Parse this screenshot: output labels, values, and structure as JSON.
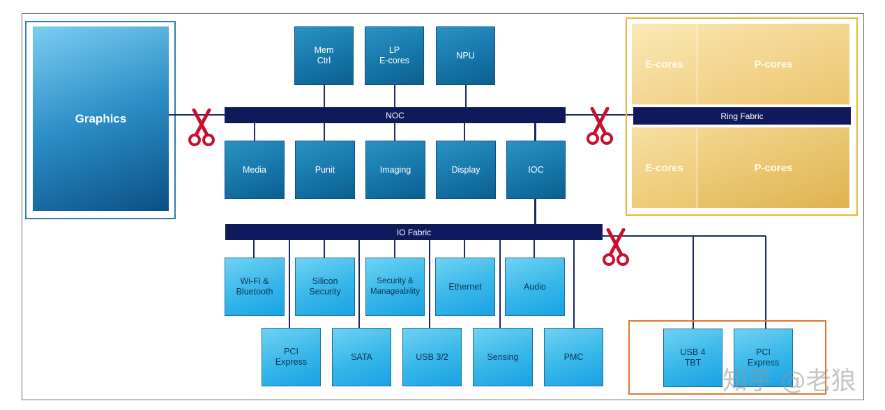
{
  "graphics": {
    "label": "Graphics"
  },
  "noc": {
    "label": "NOC",
    "top_blocks": [
      {
        "name": "mem-ctrl",
        "label": "Mem\nCtrl"
      },
      {
        "name": "lp-e-cores",
        "label": "LP\nE-cores"
      },
      {
        "name": "npu",
        "label": "NPU"
      }
    ],
    "bottom_blocks": [
      {
        "name": "media",
        "label": "Media"
      },
      {
        "name": "punit",
        "label": "Punit"
      },
      {
        "name": "imaging",
        "label": "Imaging"
      },
      {
        "name": "display",
        "label": "Display"
      },
      {
        "name": "ioc",
        "label": "IOC"
      }
    ]
  },
  "cpu": {
    "ring_fabric_label": "Ring Fabric",
    "top_left": "E-cores",
    "top_right": "P-cores",
    "bottom_left": "E-cores",
    "bottom_right": "P-cores"
  },
  "io_fabric": {
    "label": "IO Fabric",
    "row1": [
      {
        "name": "wifi-bluetooth",
        "label": "Wi-Fi &\nBluetooth"
      },
      {
        "name": "silicon-security",
        "label": "Silicon\nSecurity"
      },
      {
        "name": "security-manageability",
        "label": "Security &\nManageability"
      },
      {
        "name": "ethernet",
        "label": "Ethernet"
      },
      {
        "name": "audio",
        "label": "Audio"
      }
    ],
    "row2": [
      {
        "name": "pci-express",
        "label": "PCI\nExpress"
      },
      {
        "name": "sata",
        "label": "SATA"
      },
      {
        "name": "usb-3-2",
        "label": "USB 3/2"
      },
      {
        "name": "sensing",
        "label": "Sensing"
      },
      {
        "name": "pmc",
        "label": "PMC"
      }
    ],
    "external": [
      {
        "name": "usb4-tbt",
        "label": "USB 4\nTBT"
      },
      {
        "name": "pci-express-ext",
        "label": "PCI\nExpress"
      }
    ]
  },
  "icons": [
    "scissors-icon"
  ],
  "colors": {
    "fabric": "#0f1a5c",
    "cpu_frame": "#e8b832",
    "io_ext_frame": "#e0762e",
    "scissors": "#c8102e"
  },
  "watermark": "知乎 @老狼"
}
